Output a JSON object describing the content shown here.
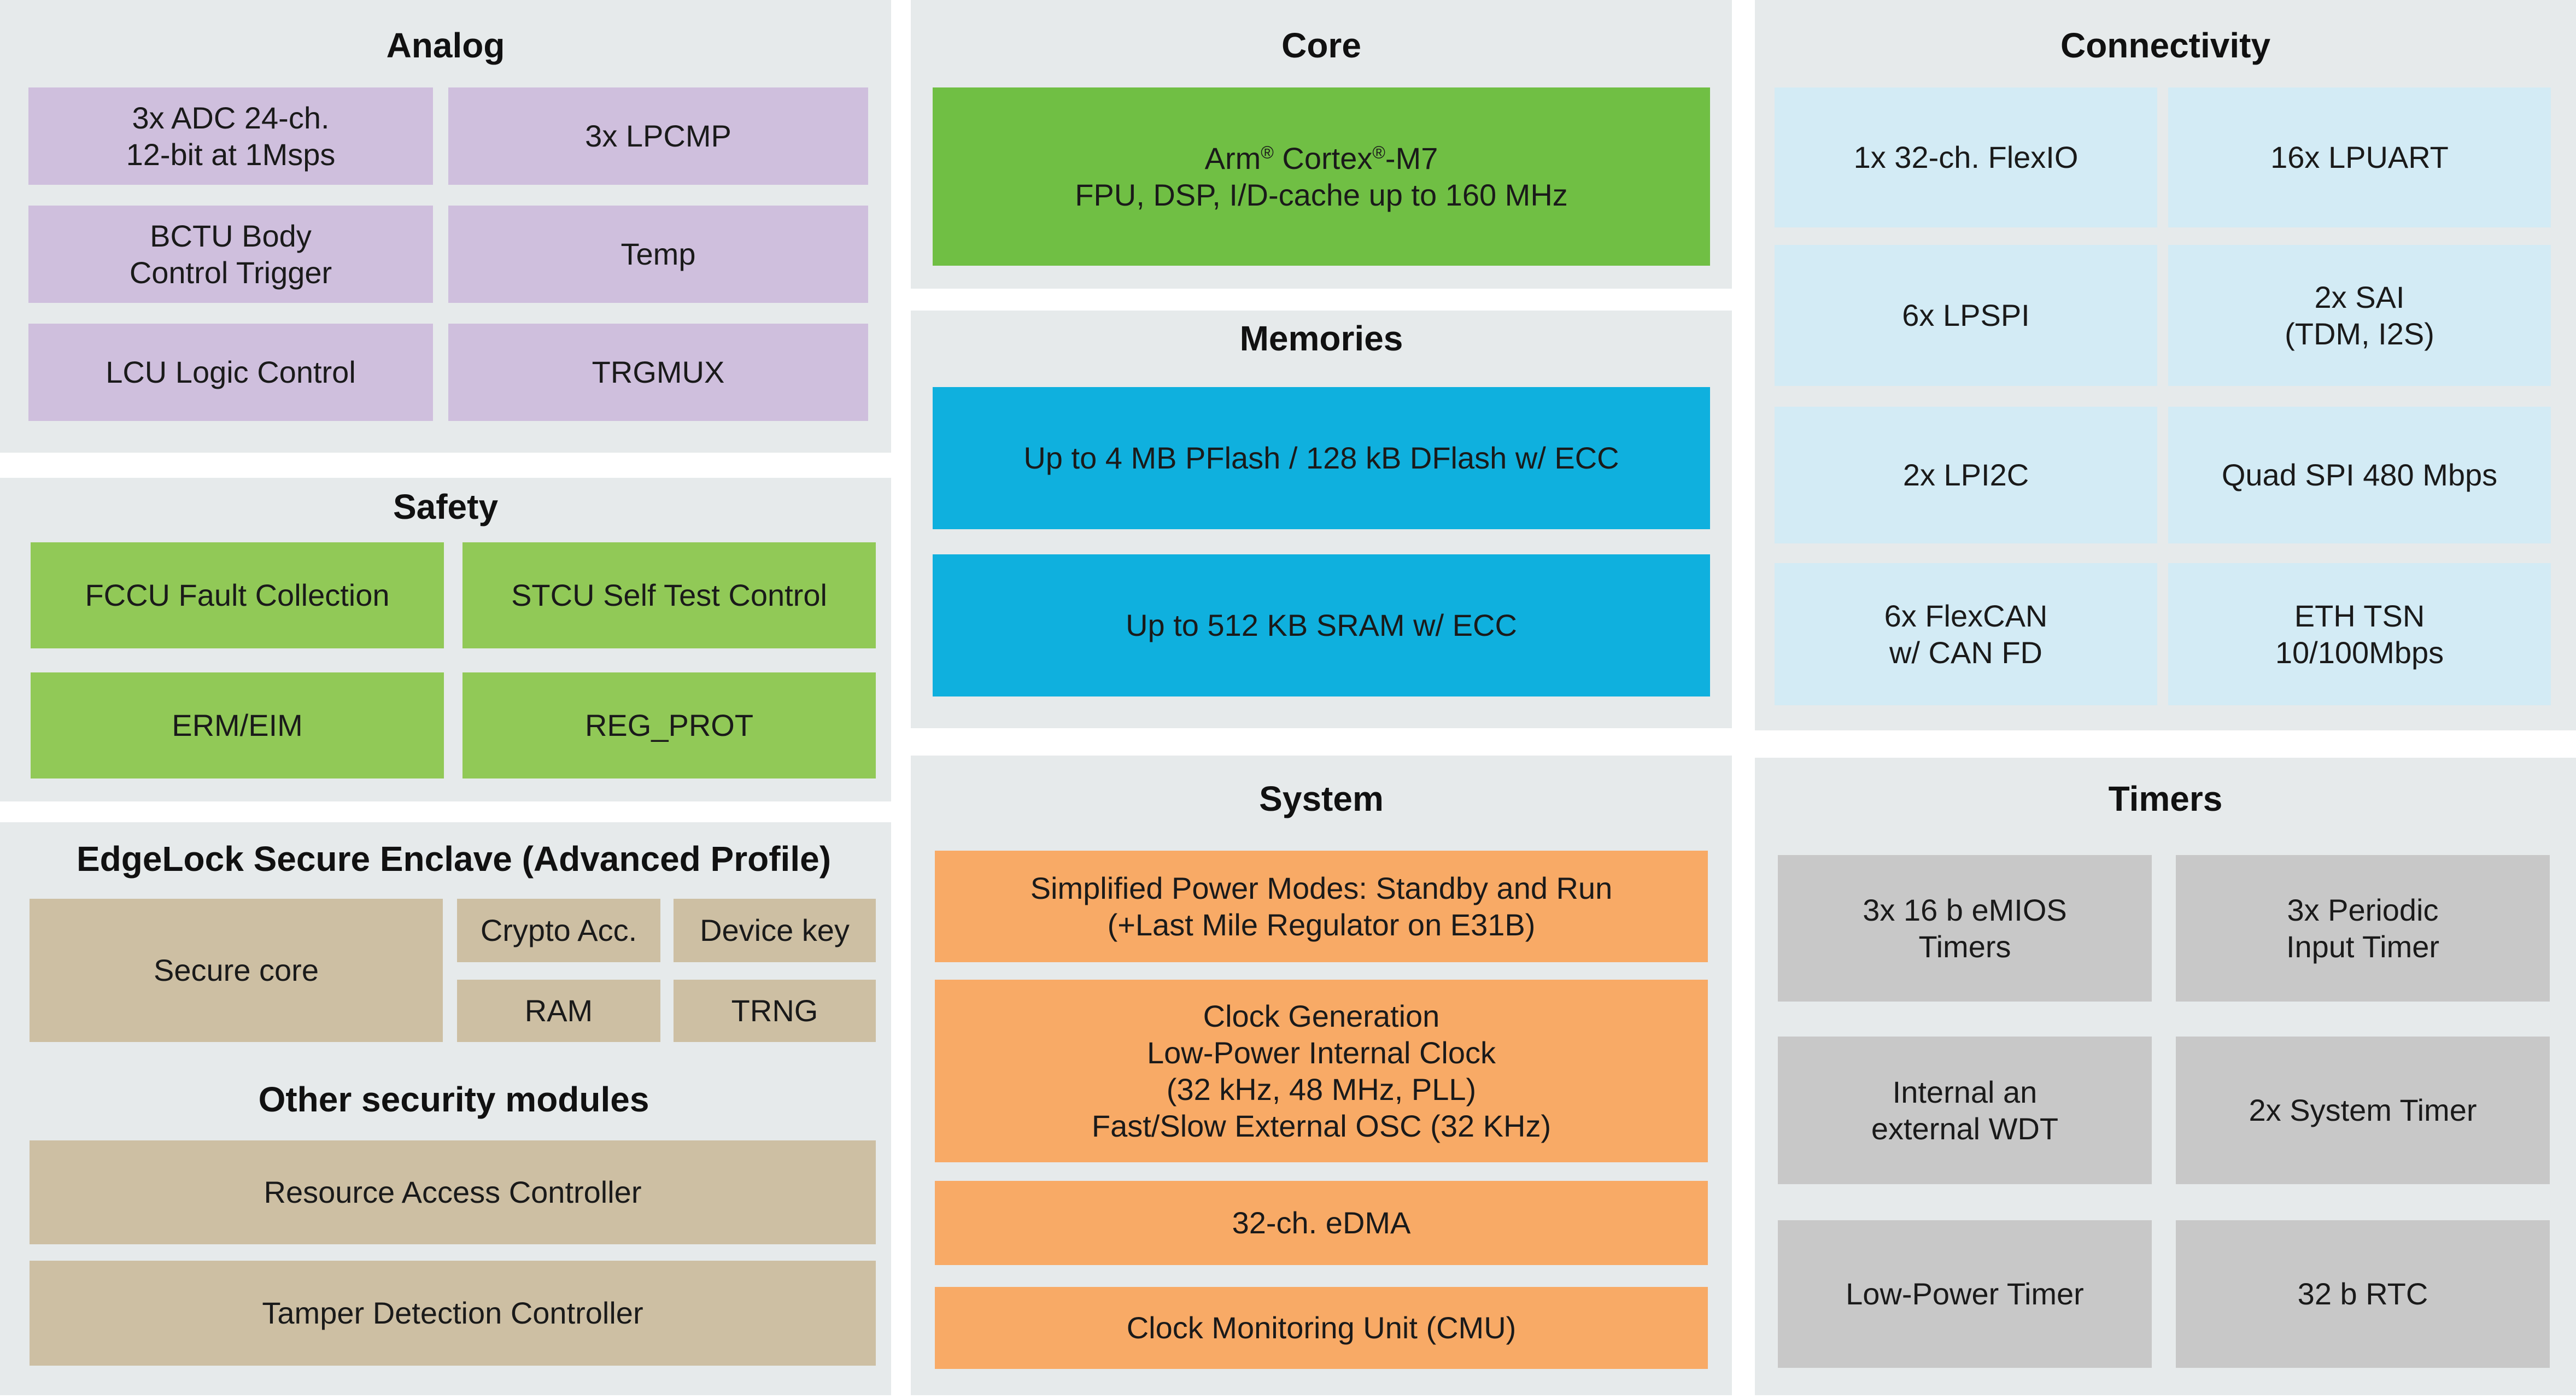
{
  "analog": {
    "title": "Analog",
    "items": [
      "3x ADC 24-ch.\n12-bit at 1Msps",
      "3x LPCMP",
      "BCTU Body\nControl Trigger",
      "Temp",
      "LCU Logic Control",
      "TRGMUX"
    ]
  },
  "safety": {
    "title": "Safety",
    "items": [
      "FCCU Fault Collection",
      "STCU Self Test Control",
      "ERM/EIM",
      "REG_PROT"
    ]
  },
  "security": {
    "title": "EdgeLock Secure Enclave  (Advanced Profile)",
    "secure_core": "Secure core",
    "crypto": "Crypto Acc.",
    "device_key": "Device key",
    "ram": "RAM",
    "trng": "TRNG",
    "other_title": "Other security modules",
    "resource_access": "Resource Access Controller",
    "tamper": "Tamper Detection Controller"
  },
  "core": {
    "title": "Core",
    "arm": "Arm",
    "reg": "®",
    "cortex": " Cortex",
    "m7": "-M7",
    "line2": "FPU, DSP, I/D-cache up to 160 MHz"
  },
  "memories": {
    "title": "Memories",
    "items": [
      "Up to 4 MB PFlash / 128 kB  DFlash w/ ECC",
      "Up to 512 KB SRAM w/ ECC"
    ]
  },
  "system": {
    "title": "System",
    "items": [
      "Simplified Power Modes: Standby and Run\n(+Last Mile Regulator on E31B)",
      "Clock Generation\nLow-Power Internal Clock\n(32 kHz, 48 MHz, PLL)\nFast/Slow External OSC (32 KHz)",
      "32-ch. eDMA",
      "Clock Monitoring Unit (CMU)"
    ]
  },
  "connectivity": {
    "title": "Connectivity",
    "items": [
      "1x 32-ch. FlexIO",
      "16x LPUART",
      "6x LPSPI",
      "2x SAI\n(TDM, I2S)",
      "2x LPI2C",
      "Quad SPI 480 Mbps",
      "6x FlexCAN\nw/ CAN FD",
      "ETH TSN\n10/100Mbps"
    ]
  },
  "timers": {
    "title": "Timers",
    "items": [
      "3x 16 b eMIOS\nTimers",
      "3x Periodic\nInput Timer",
      "Internal an\nexternal WDT",
      "2x System Timer",
      "Low-Power Timer",
      "32 b RTC"
    ]
  }
}
